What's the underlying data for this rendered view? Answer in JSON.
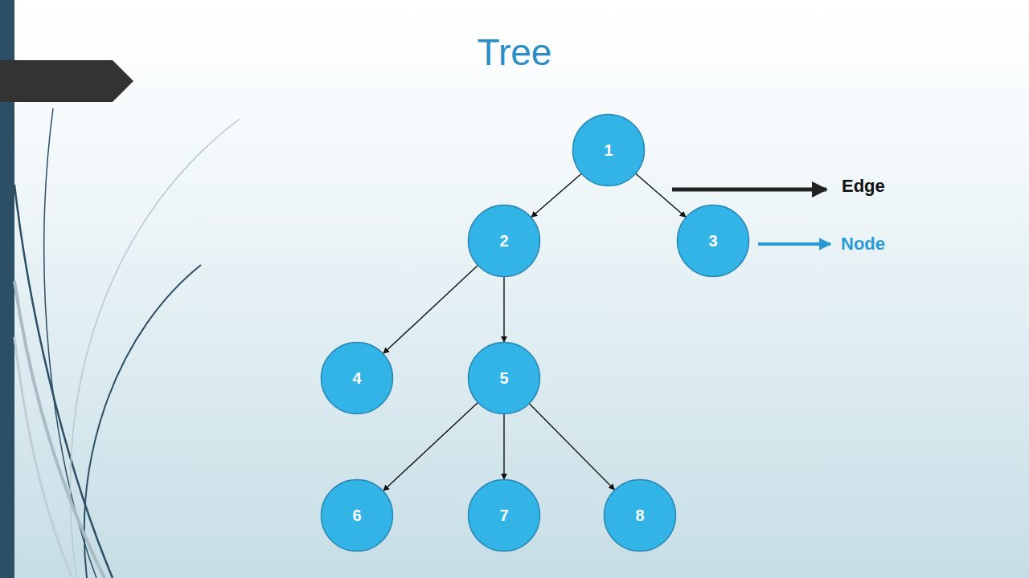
{
  "diagram": {
    "title": "Tree",
    "nodes": [
      {
        "text": [
          "1"
        ]
      },
      {
        "text": [
          "2"
        ]
      },
      {
        "text": [
          "3"
        ]
      },
      {
        "text": [
          "4"
        ]
      },
      {
        "text": [
          "5"
        ]
      },
      {
        "text": [
          "6"
        ]
      },
      {
        "text": [
          "7"
        ]
      },
      {
        "text": [
          "8"
        ]
      }
    ],
    "edges": [
      {
        "from": 0,
        "to": 1,
        "arrow": "to"
      },
      {
        "from": 0,
        "to": 2,
        "arrow": "to"
      },
      {
        "from": 1,
        "to": 3,
        "arrow": "to"
      },
      {
        "from": 1,
        "to": 4,
        "arrow": "to"
      },
      {
        "from": 4,
        "to": 5,
        "arrow": "to"
      },
      {
        "from": 4,
        "to": 6,
        "arrow": "to"
      },
      {
        "from": 4,
        "to": 7,
        "arrow": "to"
      }
    ],
    "labels": [
      "Edge",
      "Node"
    ]
  }
}
